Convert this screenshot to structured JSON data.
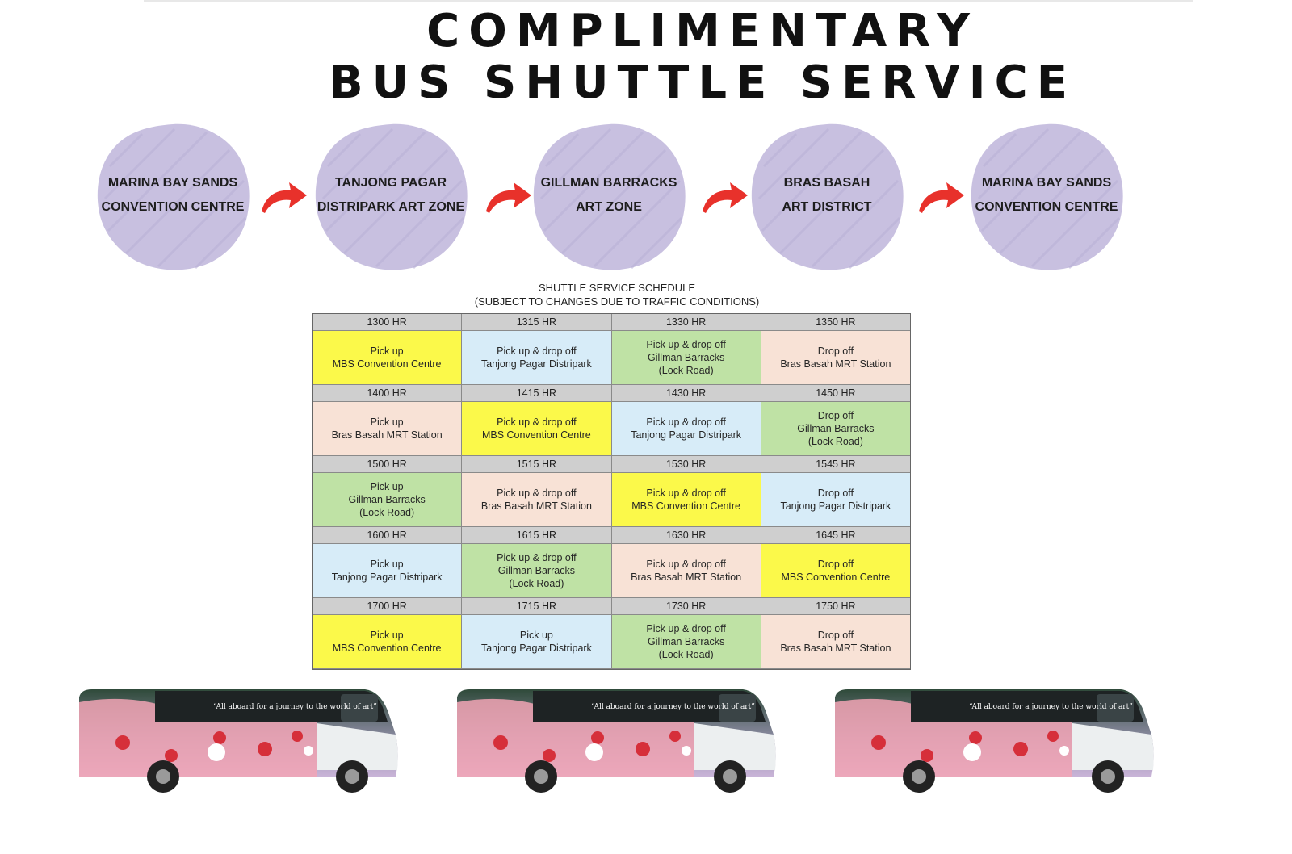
{
  "title": {
    "line1": "COMPLIMENTARY",
    "line2": "BUS SHUTTLE SERVICE"
  },
  "route": {
    "stops": [
      {
        "line1": "MARINA BAY SANDS",
        "line2": "CONVENTION CENTRE"
      },
      {
        "line1": "TANJONG PAGAR",
        "line2": "DISTRIPARK ART ZONE"
      },
      {
        "line1": "GILLMAN BARRACKS",
        "line2": "ART ZONE"
      },
      {
        "line1": "BRAS BASAH",
        "line2": "ART DISTRICT"
      },
      {
        "line1": "MARINA BAY SANDS",
        "line2": "CONVENTION CENTRE"
      }
    ],
    "arrow_icon": "curved-arrow-icon"
  },
  "schedule": {
    "title": "SHUTTLE SERVICE SCHEDULE",
    "subtitle": "(SUBJECT TO CHANGES DUE TO TRAFFIC CONDITIONS)",
    "blocks": [
      {
        "times": [
          "1300 HR",
          "1315 HR",
          "1330 HR",
          "1350 HR"
        ],
        "cells": [
          {
            "text": "Pick up\nMBS Convention Centre",
            "color": "yellow"
          },
          {
            "text": "Pick up & drop off\nTanjong Pagar Distripark",
            "color": "blue"
          },
          {
            "text": "Pick up & drop off\nGillman Barracks\n(Lock Road)",
            "color": "green"
          },
          {
            "text": "Drop off\nBras Basah MRT Station",
            "color": "peach"
          }
        ]
      },
      {
        "times": [
          "1400 HR",
          "1415 HR",
          "1430 HR",
          "1450 HR"
        ],
        "cells": [
          {
            "text": "Pick up\nBras Basah MRT Station",
            "color": "peach"
          },
          {
            "text": "Pick up & drop off\nMBS Convention Centre",
            "color": "yellow"
          },
          {
            "text": "Pick up & drop off\nTanjong Pagar Distripark",
            "color": "blue"
          },
          {
            "text": "Drop off\nGillman Barracks\n(Lock Road)",
            "color": "green"
          }
        ]
      },
      {
        "times": [
          "1500 HR",
          "1515 HR",
          "1530 HR",
          "1545 HR"
        ],
        "cells": [
          {
            "text": "Pick up\nGillman Barracks\n(Lock Road)",
            "color": "green"
          },
          {
            "text": "Pick up & drop off\nBras Basah MRT Station",
            "color": "peach"
          },
          {
            "text": "Pick up & drop off\nMBS Convention Centre",
            "color": "yellow"
          },
          {
            "text": "Drop off\nTanjong Pagar Distripark",
            "color": "blue"
          }
        ]
      },
      {
        "times": [
          "1600 HR",
          "1615 HR",
          "1630 HR",
          "1645 HR"
        ],
        "cells": [
          {
            "text": "Pick up\nTanjong Pagar Distripark",
            "color": "blue"
          },
          {
            "text": "Pick up & drop off\nGillman Barracks\n(Lock Road)",
            "color": "green"
          },
          {
            "text": "Pick up & drop off\nBras Basah MRT Station",
            "color": "peach"
          },
          {
            "text": "Drop off\nMBS Convention Centre",
            "color": "yellow"
          }
        ]
      },
      {
        "times": [
          "1700 HR",
          "1715 HR",
          "1730 HR",
          "1750 HR"
        ],
        "cells": [
          {
            "text": "Pick up\nMBS Convention Centre",
            "color": "yellow"
          },
          {
            "text": "Pick up\nTanjong Pagar Distripark",
            "color": "blue"
          },
          {
            "text": "Pick up & drop off\nGillman Barracks\n(Lock Road)",
            "color": "green"
          },
          {
            "text": "Drop off\nBras Basah MRT Station",
            "color": "peach"
          }
        ]
      }
    ]
  },
  "colors": {
    "blob": "#c8c0e0",
    "arrow": "#e8312b",
    "yellow": "#fbf94a",
    "blue": "#d7ecf8",
    "green": "#bfe2a5",
    "peach": "#f8e2d6"
  },
  "buses": {
    "count": 3,
    "icon": "shuttle-bus-image",
    "livery_text": "“All aboard for a journey to the world of art”"
  }
}
